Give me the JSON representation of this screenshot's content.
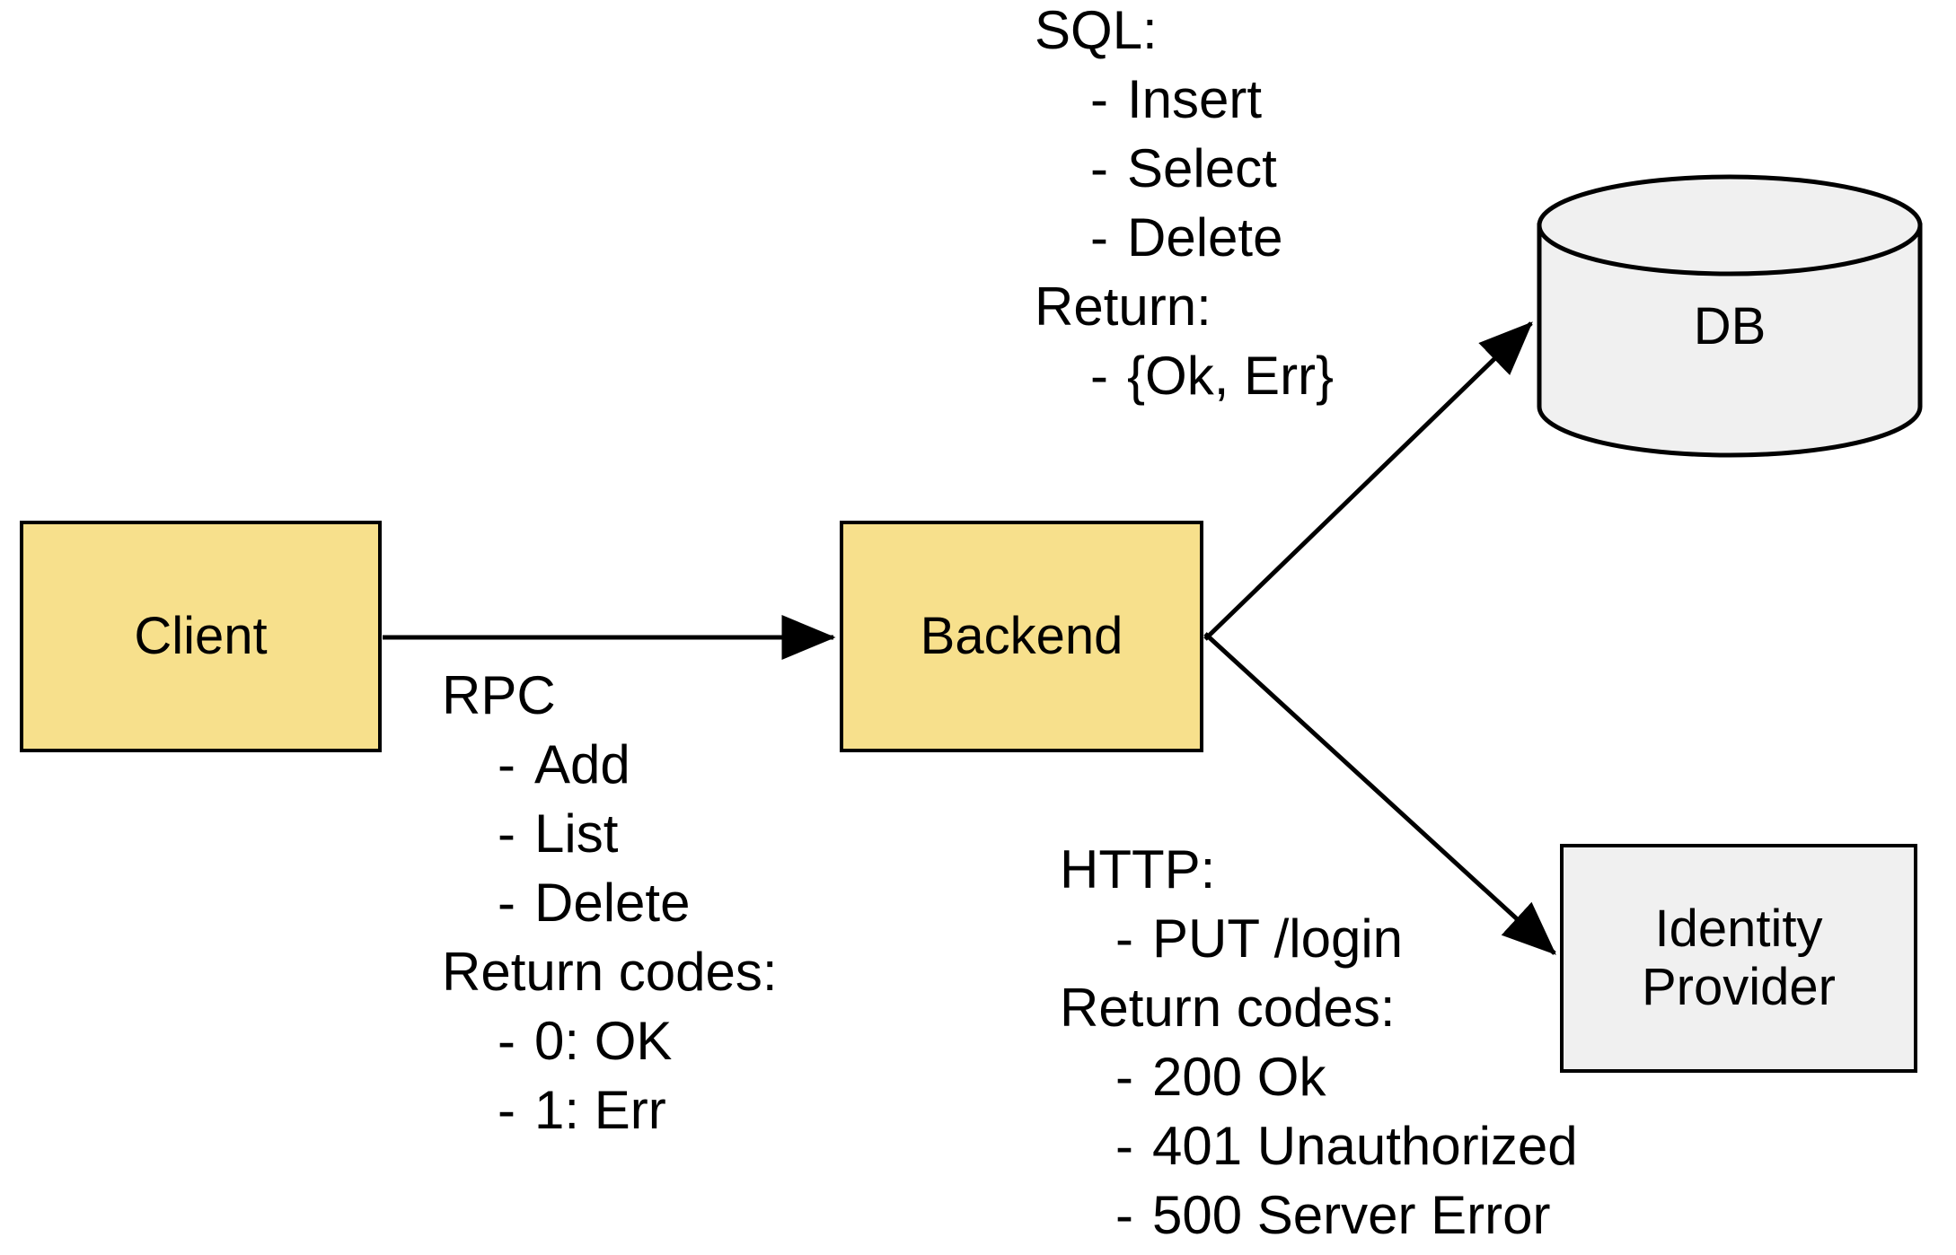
{
  "diagram": {
    "title": "Client / Backend / DB / Identity Provider architecture",
    "colors": {
      "service_fill": "#F7E08C",
      "store_fill": "#F0F0F0",
      "stroke": "#000000",
      "background": "#FFFFFF"
    },
    "nodes": [
      {
        "id": "client",
        "label": "Client",
        "shape": "rectangle",
        "fill": "#F7E08C"
      },
      {
        "id": "backend",
        "label": "Backend",
        "shape": "rectangle",
        "fill": "#F7E08C"
      },
      {
        "id": "db",
        "label": "DB",
        "shape": "cylinder",
        "fill": "#F0F0F0"
      },
      {
        "id": "identity_provider",
        "label": "Identity\nProvider",
        "shape": "rectangle",
        "fill": "#F0F0F0"
      }
    ],
    "edges": [
      {
        "id": "client-to-backend",
        "from": "client",
        "to": "db_label_rpc",
        "arrowhead": "filled"
      },
      {
        "id": "backend-to-db",
        "from": "backend",
        "to": "db",
        "arrowhead": "filled"
      },
      {
        "id": "backend-to-idp",
        "from": "backend",
        "to": "identity_provider",
        "arrowhead": "filled"
      }
    ],
    "annotations": {
      "rpc": {
        "id": "rpc-annotation",
        "protocol_heading": "RPC",
        "methods": [
          "Add",
          "List",
          "Delete"
        ],
        "returns_heading": "Return codes:",
        "returns": [
          "0: OK",
          "1: Err"
        ],
        "bullet": "-"
      },
      "sql": {
        "id": "sql-annotation",
        "protocol_heading": "SQL:",
        "methods": [
          "Insert",
          "Select",
          "Delete"
        ],
        "returns_heading": "Return:",
        "returns": [
          "{Ok, Err}"
        ],
        "bullet": "-"
      },
      "http": {
        "id": "http-annotation",
        "protocol_heading": "HTTP:",
        "methods": [
          "PUT /login"
        ],
        "returns_heading": "Return codes:",
        "returns": [
          "200 Ok",
          "401 Unauthorized",
          "500 Server Error"
        ],
        "bullet": "-"
      }
    }
  }
}
